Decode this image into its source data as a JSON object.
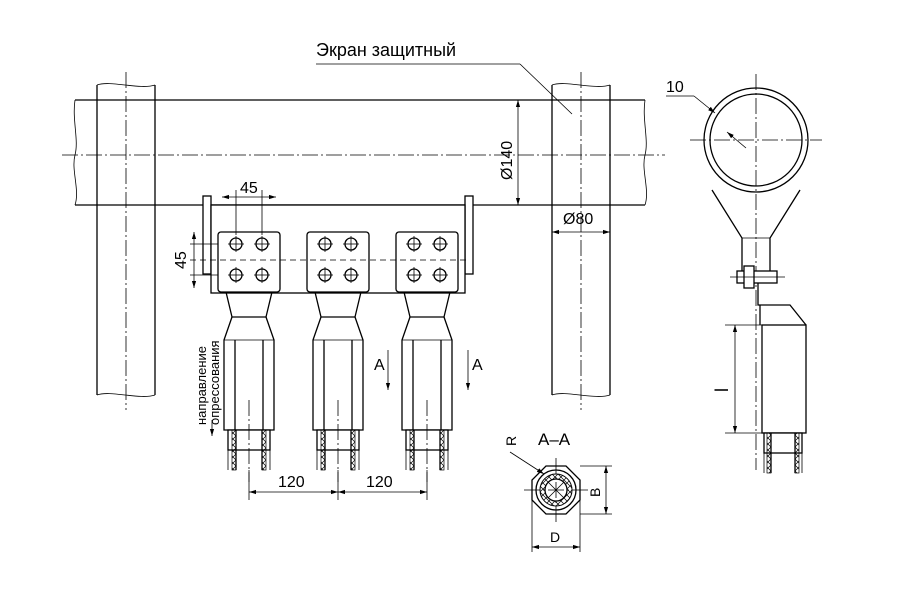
{
  "labels": {
    "screen": "Экран защитный",
    "direction_line1": "направление",
    "direction_line2": "опрессования",
    "section_title": "А–А",
    "section_mark_left": "А",
    "section_mark_right": "А"
  },
  "dimensions": {
    "bolt_pitch_h": "45",
    "bolt_pitch_v": "45",
    "pipe_diameter": "Ø140",
    "post_diameter": "Ø80",
    "spacing_1": "120",
    "spacing_2": "120",
    "screen_thickness": "10",
    "length": "l",
    "section_d": "D",
    "section_b": "B",
    "section_r": "R"
  }
}
